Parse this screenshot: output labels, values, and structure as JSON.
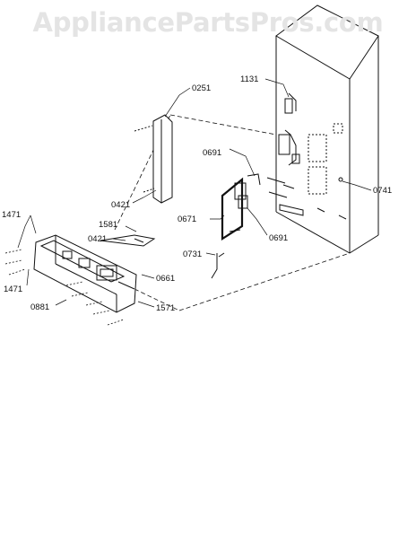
{
  "watermark": "AppliancePartsPros.com",
  "callouts": {
    "c0251": "0251",
    "c1131": "1131",
    "c0691a": "0691",
    "c0741": "0741",
    "c0421a": "0421",
    "c0671": "0671",
    "c0691b": "0691",
    "c1581": "1581",
    "c0421b": "0421",
    "c1471a": "1471",
    "c0731": "0731",
    "c0661": "0661",
    "c1471b": "1471",
    "c0881": "0881",
    "c1571": "1571"
  }
}
